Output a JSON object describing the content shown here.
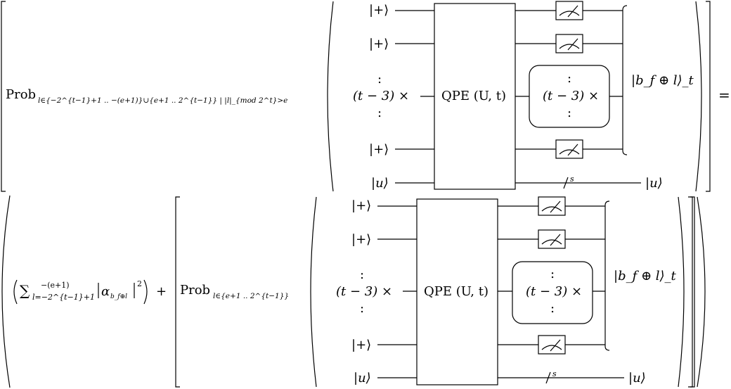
{
  "top_prob": {
    "op": "Prob",
    "subscript": "l∈{−2^{t−1}+1 .. −(e+1)}∪{e+1 .. 2^{t−1}} | |l|_{mod 2^t}>e"
  },
  "equals": "=",
  "circuit": {
    "plus_state": "|+⟩",
    "vdots": ":",
    "repeat_label": "(t − 3) ×",
    "u_state": "|u⟩",
    "qpe_label": "QPE (U, t)",
    "inner_vdots": ":",
    "inner_repeat": "(t − 3) ×",
    "output_state": "|b_f ⊕ l⟩_t",
    "slash_label": "s",
    "u_out": "|u⟩"
  },
  "bottom_sum": {
    "sum_symbol": "∑",
    "upper": "−(e+1)",
    "lower": "l=−2^{t−1}+1",
    "alpha": "α",
    "alpha_sub": "b_f⊕l",
    "power": "2"
  },
  "plus_sign": "+",
  "bottom_prob": {
    "op": "Prob",
    "subscript": "l∈{e+1 .. 2^{t−1}}"
  }
}
